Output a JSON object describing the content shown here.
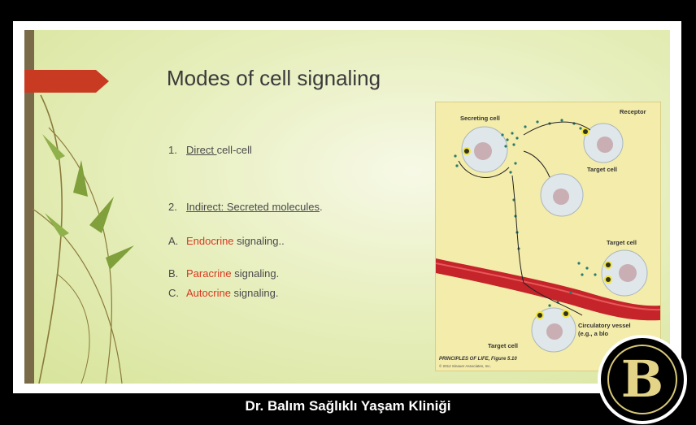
{
  "slide": {
    "title": "Modes of cell signaling",
    "items": [
      {
        "num": "1.",
        "underlined": "Direct ",
        "rest": "cell-cell"
      },
      {
        "num": "2.",
        "underlined": "Indirect: Secreted molecules",
        "rest": "."
      },
      {
        "num": "A.",
        "red": "Endocrine",
        "rest": " signaling.."
      },
      {
        "num": "B.",
        "red": "Paracrine",
        "rest": " signaling."
      },
      {
        "num": "C.",
        "red": "Autocrine",
        "rest": " signaling."
      }
    ]
  },
  "figure": {
    "labels": {
      "secreting_cell": "Secreting cell",
      "receptor": "Receptor",
      "target_cell_1": "Target cell",
      "target_cell_2": "Target cell",
      "target_cell_3": "Target cell",
      "vessel": "Circulatory vessel",
      "vessel_sub": "(e.g., a blo",
      "caption": "PRINCIPLES OF LIFE, Figure 5.10",
      "credit": "© 2012 Sinauer Associates, Inc."
    }
  },
  "footer": {
    "text": "Dr. Balım Sağlıklı Yaşam Kliniği"
  },
  "logo": {
    "letter": "B"
  },
  "colors": {
    "accent_red": "#d8381e",
    "slide_bg": "#e8efbf",
    "tag_red": "#c83a22"
  }
}
